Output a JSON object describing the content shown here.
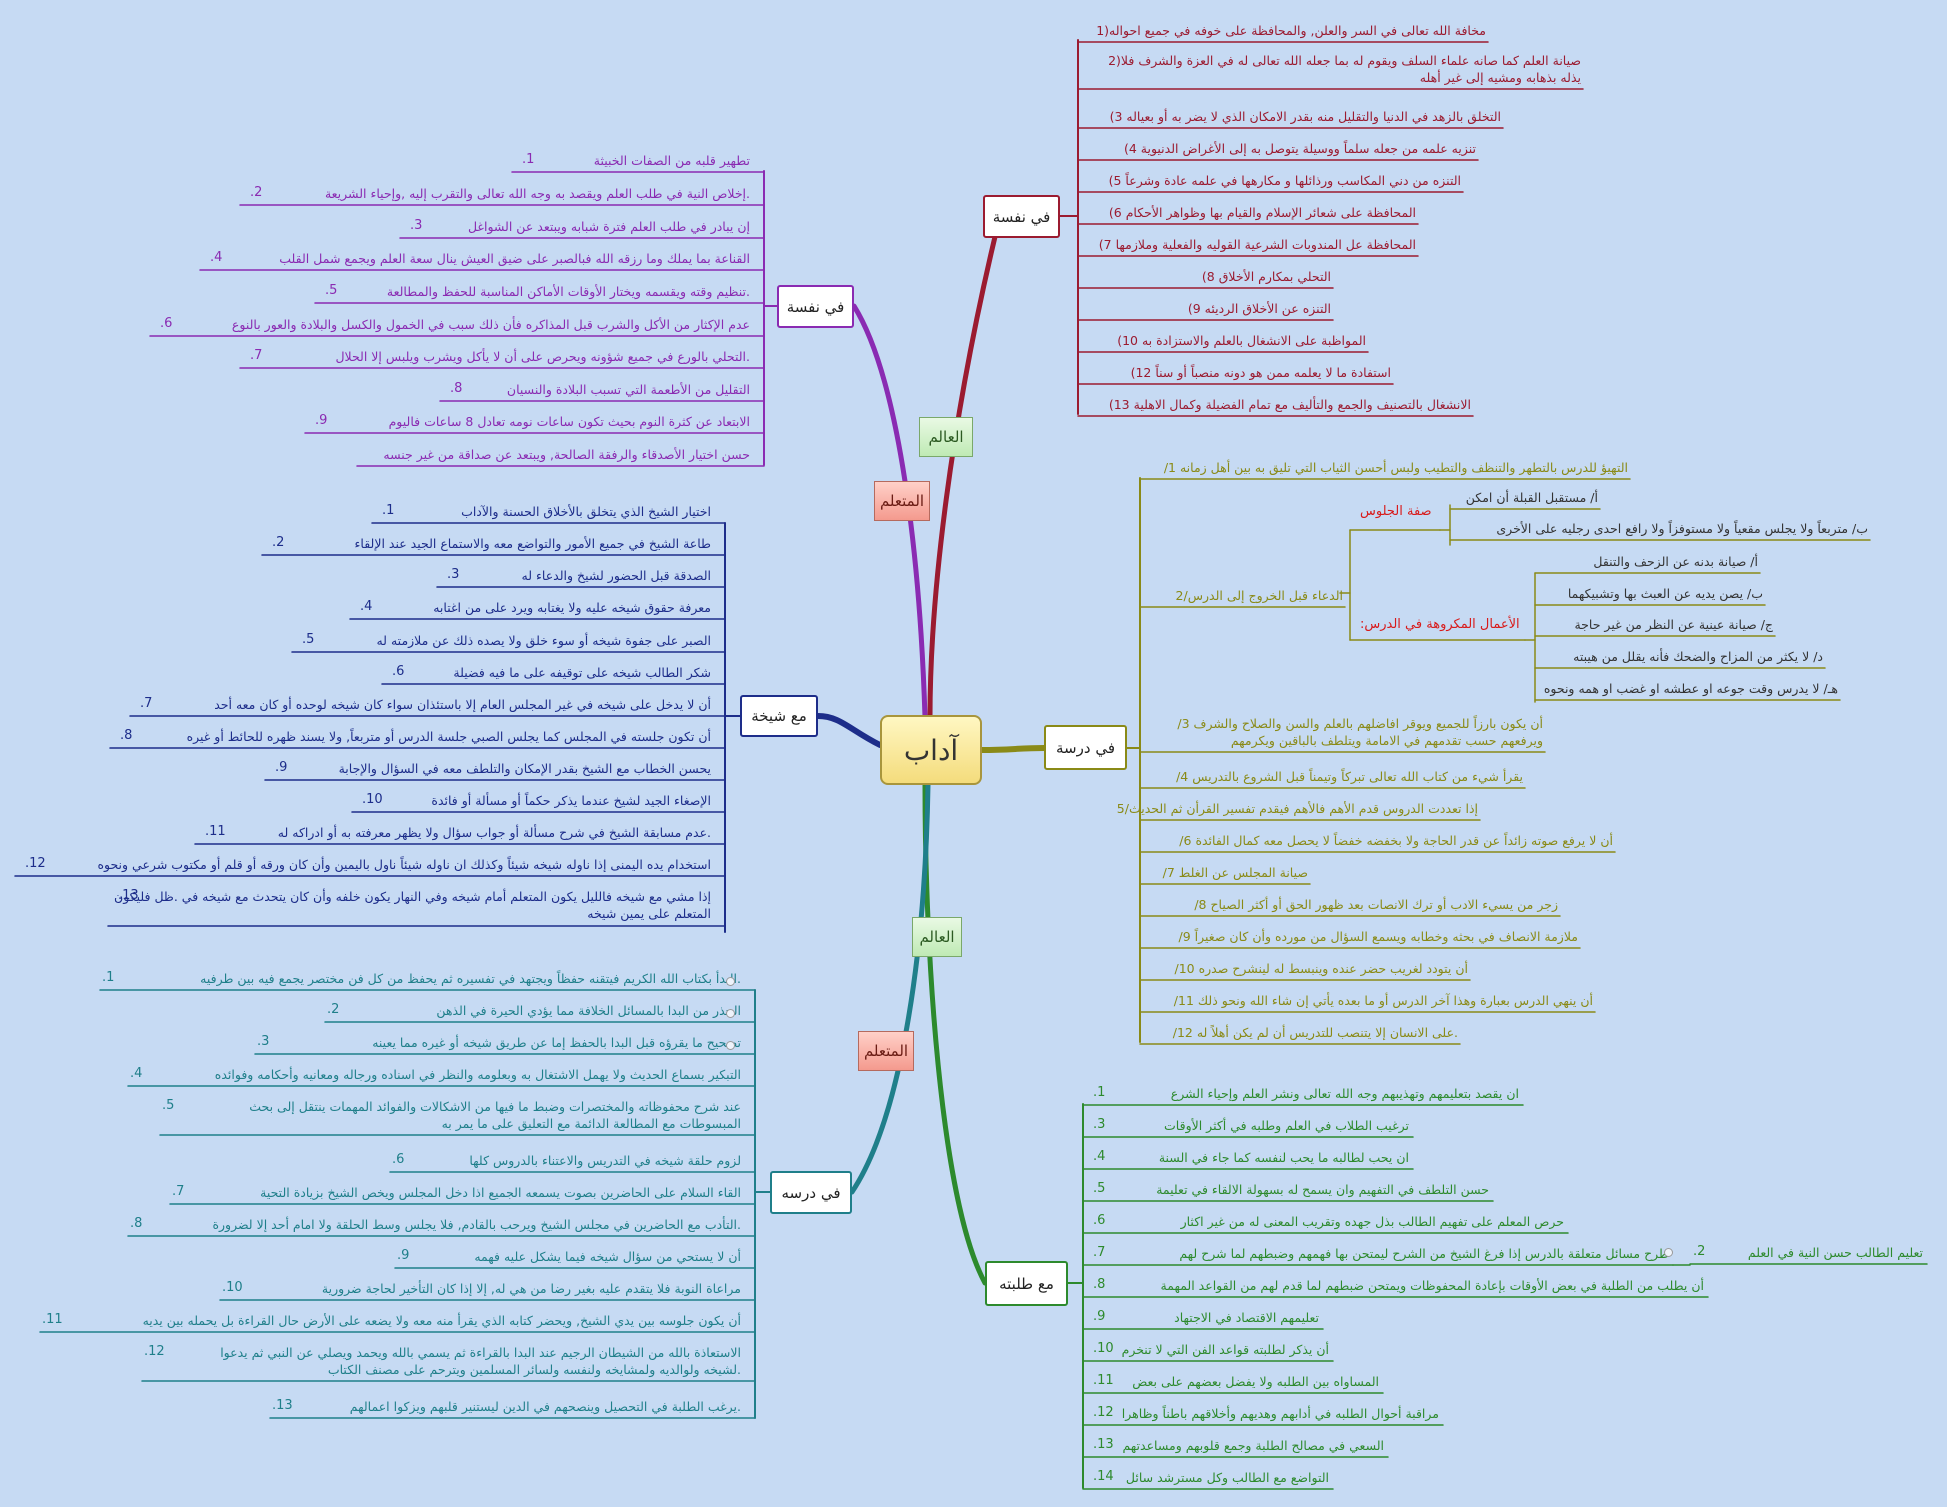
{
  "center": {
    "label": "آداب"
  },
  "tags": {
    "alim_top": "العالم",
    "mutaallim_top": "المتعلم",
    "alim_bottom": "العالم",
    "mutaallim_bottom": "المتعلم"
  },
  "colors": {
    "background": "#c6daf3",
    "scholar_self": "#9b1b30",
    "lesson": "#8a8a17",
    "students": "#2d8a2d",
    "learner_self": "#8a2bb2",
    "with_sheikh": "#1d2d8a",
    "learner_lesson": "#1f7f8a",
    "red_label": "#d81b1b"
  },
  "alim_self": {
    "title": "في نفسة",
    "items": [
      "مخافة الله تعالى في السر والعلن, والمحافظة على خوفه في جميع احواله(1",
      "صيانة العلم كما صانه علماء  السلف ويقوم له بما جعله الله تعالى له في العزة والشرف فلا(2 يذله بذهابه ومشيه إلى غير أهله",
      "التخلق بالزهد في الدنيا والتقليل منه بقدر الامكان الذي لا يضر به أو بعياله 3)",
      "تنزيه علمه من جعله سلماً ووسيلة يتوصل به إلى الأغراض الدنيوية 4)",
      "التنزه من دني المكاسب ورذائلها و مكارهها في علمه عادة وشرعاً 5)",
      "المحافظة على شعائر الإسلام والقيام بها وظواهر الأحكام 6)",
      "المحافظة عل المندوبات الشرعية القوليه والفعلية وملازمها 7)",
      "التحلي بمكارم الأخلاق 8)",
      "التنزه عن الأخلاق الرديئه 9)",
      "المواظبة على الانشغال بالعلم والاستزادة به 10)",
      "استفادة ما لا يعلمه ممن هو دونه منصباً أو سناً  12)",
      "الانشغال بالتصنيف والجمع والتأليف مع تمام الفضيلة وكمال الاهلية 13)"
    ]
  },
  "alim_lesson": {
    "title": "في درسة",
    "items": [
      "التهيؤ للدرس بالتطهر والتنظف والتطيب ولبس أحسن الثياب التي تليق به بين أهل زمانه 1/",
      "الدعاء قبل الخروج إلى الدرس/2",
      "أن يكون بارزاً للجميع ويوقر افاضلهم بالعلم والسن والصلاح والشرف 3/ ويرفعهم حسب تقدمهم في الامامة ويتلطف بالباقين ويكرمهم",
      "يقرأ شيء من كتاب الله تعالى تبركاً وتيمناً قبل الشروع بالتدريس 4/",
      "إذا تعددت الدروس قدم الأهم فالأهم فيقدم تفسير القرأن ثم الحديث/5",
      "أن لا يرفع صوته زائداً عن قدر الحاجة ولا بخفضه خفضاً لا يحصل معه كمال الفائدة 6/",
      "صيانة المجلس عن الغلط 7/",
      "زجر من يسيء الادب أو ترك الانصات بعد ظهور الحق أو أكثر الصياح 8/",
      "ملازمة الانصاف في بحثه وخطابه ويسمع السؤال من مورده وأن كان صغيراً 9/",
      "أن يتودد لغريب حضر عنده وينبسط له لينشرح صدره 10/",
      "أن ينهي الدرس بعبارة وهذا آخر الدرس أو ما بعده يأتي إن شاء الله ونحو ذلك 11/",
      ".على الانسان إلا يتنصب للتدريس أن لم يكن أهلاً له 12/"
    ],
    "sitting_label": "صفة الجلوس",
    "sitting": [
      "أ/ مستقبل القبلة أن امكن",
      "ب/ متربعاً ولا يجلس مقعياً ولا مستوفزاً ولا رافع احدى رجليه على الأخرى"
    ],
    "disliked_label": "الأعمال المكروهة في الدرس:",
    "disliked": [
      "أ/ صيانة بدنه عن الزحف والتنقل",
      "ب/ يصن يديه عن العبث بها وتشبيكهما",
      "ج/ صيانة عينية عن النظر من غير حاجة",
      "د/ لا يكثر من المزاح والضحك فأنه يقلل من هيبته",
      "هـ/ لا يدرس وقت جوعه او عطشه او غضب او همه ونحوه"
    ]
  },
  "alim_students": {
    "title": "مع طلبته",
    "items": [
      "ان يقصد بتعليمهم وتهذيبهم وجه الله تعالى ونشر العلم وإحياء الشرع",
      "ترغيب الطلاب في العلم وطلبه في أكثر الأوقات",
      "ان يحب لطالبه ما يحب لنفسه كما جاء في السنة",
      "حسن التلطف في التفهيم وان يسمح له بسهولة الالقاء في تعليمة",
      "حرص المعلم على تفهيم الطالب بذل جهده وتقريب المعنى له من غير اكثار",
      "طرح مسائل متعلقة بالدرس إذا فرغ الشيخ من الشرح ليمتحن بها فهمهم وضبطهم لما شرح لهم",
      "أن يطلب من الطلبة في بعض الأوقات بإعادة المحفوظات ويمتحن ضبطهم لما قدم لهم من القواعد المهمة",
      "تعليمهم الاقتصاد في الاجتهاد",
      "أن يذكر لطلبته قواعد الفن التي لا تنخرم",
      "المساواه بين الطلبه ولا يفضل بعضهم على بعض",
      "مراقبة أحوال الطلبه في أدابهم وهديهم وأخلاقهم باطناً وظاهرا",
      "السعي في مصالح الطلبة وجمع قلوبهم ومساعدتهم",
      "التواضع مع الطالب وكل مسترشد سائل"
    ],
    "numbers": [
      "1.",
      "3.",
      "4.",
      "5.",
      "6.",
      "7.",
      "8.",
      "9.",
      "10.",
      "11.",
      "12.",
      "13.",
      "14."
    ],
    "extra_number": "2.",
    "extra": "تعليم الطالب حسن النية في العلم"
  },
  "learner_self": {
    "title": "في نفسة",
    "items": [
      "تطهير قلبه من الصفات الخبيثة",
      ".إخلاص النية في طلب العلم ويقصد به وجه الله تعالى والتقرب إليه ,وإحياء الشريعة",
      "إن يبادر في طلب العلم فترة شبابه ويبتعد عن الشواغل",
      "القناعة بما يملك وما رزقه الله فبالصبر على ضيق العيش ينال سعة العلم ويجمع شمل القلب",
      ".تنظيم وقته ويقسمه ويختار الأوقات الأماكن المناسبة للحفظ والمطالعة",
      "عدم الإكثار من الأكل والشرب قبل المذاكره فأن ذلك سبب في الخمول والكسل والبلادة والعور بالنوع",
      ".التحلي بالورع في جميع شؤونه ويحرص على أن لا يأكل ويشرب ويلبس إلا الحلال",
      "التقليل من الأطعمة التي تسبب البلادة والنسيان",
      "الابتعاد عن كثرة النوم بحيث تكون ساعات نومه تعادل 8 ساعات فاليوم",
      "حسن اختيار الأصدقاء والرفقة الصالحة, ويبتعد عن صداقة من غير جنسه"
    ],
    "numbers": [
      "1.",
      "2.",
      "3.",
      "4.",
      "5.",
      "6.",
      "7.",
      "8.",
      "9.",
      ""
    ]
  },
  "learner_sheikh": {
    "title": "مع شيخة",
    "items": [
      "اختيار الشيخ الذي يتخلق بالأخلاق الحسنة والآداب",
      "طاعة الشيخ في جميع الأمور والتواضع معه والاستماع الجيد عند الإلقاء",
      "الصدقة قبل الحضور لشيخ والدعاء له",
      "معرفة حقوق شيخه عليه ولا يغتابه ويرد على من اغتابه",
      "الصبر على جفوة شيخه أو سوء خلق ولا يصده ذلك عن ملازمته له",
      "شكر الطالب شيخه على توقيفه على ما فيه فضيلة",
      "أن لا يدخل على شيخه في غير المجلس العام إلا باستئذان سواء كان شيخه لوحده أو كان معه أحد",
      "أن تكون جلسته في المجلس كما يجلس الصبي جلسة الدرس أو متربعاً, ولا يسند ظهره للحائط أو غيره",
      "يحسن الخطاب مع الشيخ بقدر الإمكان والتلطف معه في السؤال والإجابة",
      "الإصغاء الجيد لشيخ عندما يذكر حكماً أو مسألة أو فائدة",
      ".عدم مسابقة الشيخ في شرح مسألة أو جواب سؤال ولا يظهر معرفته به أو ادراكه له",
      "استخدام يده اليمنى إذا ناوله شيخه شيئاً وكذلك ان ناوله شيئاً ناول باليمين وأن كان ورقه أو قلم أو مكتوب شرعي ونحوه",
      "إذا مشي مع شيخه فالليل يكون المتعلم أمام شيخه وفي النهار يكون خلفه وأن كان يتحدث مع شيخه في .ظل فليكون المتعلم على يمين شيخه"
    ],
    "numbers": [
      "1.",
      "2.",
      "3.",
      "4.",
      "5.",
      "6.",
      "7.",
      "8.",
      "9.",
      "10.",
      "11.",
      "12.",
      "13."
    ]
  },
  "learner_lesson": {
    "title": "في درسه",
    "items": [
      ".البدأ بكتاب الله الكريم فيتقنه حفظاً ويجتهد في تفسيره ثم يحفظ من كل فن مختصر يجمع فيه بين طرفيه",
      "الحذر من البدا بالمسائل الخلافة مما يؤدي الحيرة في الذهن",
      "تصحيح ما يقرؤه قبل البدا بالحفظ إما عن طريق شيخه أو غيره مما يعينه",
      "التبكير بسماع الحديث ولا يهمل الاشتغال به وبعلومه والنظر في اسناده ورجاله ومعانيه وأحكامه وفوائده",
      "عند شرح محفوظاته والمختصرات وضبط ما فيها من الاشكالات والفوائد المهمات ينتقل إلى بحث المبسوطات مع المطالعة الدائمة مع التعليق على ما يمر به",
      "لزوم حلقة شيخه في التدريس والاعتناء بالدروس كلها",
      "القاء السلام على الحاضرين بصوت يسمعه الجميع اذا دخل المجلس ويخص الشيخ بزيادة التحية",
      ".التأدب مع الحاضرين في مجلس الشيخ ويرحب بالقادم, فلا يجلس وسط الحلقة ولا امام أحد إلا لضرورة",
      "أن لا يستحي من سؤال شيخه فيما يشكل عليه فهمه",
      "مراعاة النوبة فلا يتقدم عليه بغير رضا من هي له, إلا إذا كان التأخير لحاجة ضرورية",
      "أن يكون جلوسه بين يدي الشيخ, ويحضر كتابه الذي يقرأ منه معه ولا يضعه على الأرض حال القراءة بل يحمله بين يديه",
      "الاستعاذة بالله من الشيطان الرجيم عند البدا بالقراءة ثم يسمي بالله ويحمد ويصلي عن النبي  ثم يدعوا .لشيخه ولوالديه ولمشايخه ولنفسه ولسائر المسلمين ويترحم على مصنف الكتاب",
      ".يرغب الطلبة في التحصيل وينصحهم في الدين ليستنير قلبهم ويزكوا اعمالهم"
    ],
    "numbers": [
      "1.",
      "2.",
      "3.",
      "4.",
      "5.",
      "6.",
      "7.",
      "8.",
      "9.",
      "10.",
      "11.",
      "12.",
      "13."
    ]
  }
}
